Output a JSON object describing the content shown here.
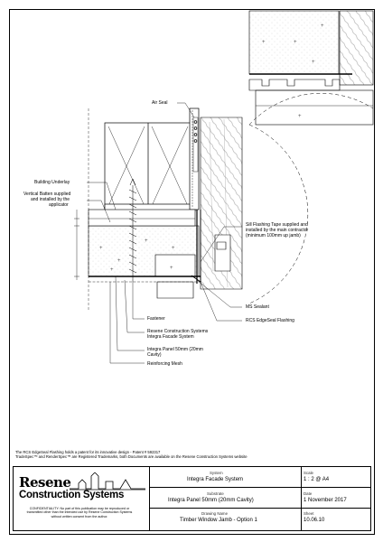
{
  "labels": {
    "air_seal": "Air Seal",
    "building_underlay": "Building Underlay",
    "vertical_batten_l1": "Vertical Batten supplied",
    "vertical_batten_l2": "and installed by the",
    "vertical_batten_l3": "applicator",
    "sill_tape_l1": "Sill Flashing Tape supplied and",
    "sill_tape_l2": "installed by the main contractor",
    "sill_tape_l3": "(minimum 100mm up jamb)",
    "ms_sealant": "MS Sealant",
    "rcs_flashing": "RCS EdgeSeal Flashing",
    "fastener": "Fastener",
    "system_l1": "Resene Construction Systems",
    "system_l2": "Integra Facade System",
    "panel_l1": "Integra Panel 50mm (20mm",
    "panel_l2": "Cavity)",
    "mesh": "Reinforcing Mesh"
  },
  "footnotes": {
    "patent": "The RCS EdgeSeal Flashing holds a patent for its innovative design - Patent # 592317",
    "trademarks": "TradeSpec™ and RenderSpec™ are Registered Trademarks, both Documents are available on the Resene Construction Systems website"
  },
  "title_block": {
    "brand_line1": "Resene",
    "brand_line2": "Construction Systems",
    "confidentiality": "CONFIDENTIALITY: No part of this publication may be reproduced or transmitted other than the intended use by Resene Construction Systems without written consent from the author.",
    "system_label": "System",
    "system_value": "Integra Facade System",
    "substrate_label": "Substrate",
    "substrate_value": "Integra Panel 50mm (20mm Cavity)",
    "drawing_name_label": "Drawing Name",
    "drawing_name_value": "Timber Window Jamb - Option 1",
    "scale_label": "Scale",
    "scale_value": "1 : 2 @ A4",
    "date_label": "Date",
    "date_value": "1 November 2017",
    "sheet_label": "Sheet",
    "sheet_value": "10.06.10"
  },
  "colors": {
    "line": "#000000",
    "hatch": "#555555",
    "light": "#999999"
  }
}
